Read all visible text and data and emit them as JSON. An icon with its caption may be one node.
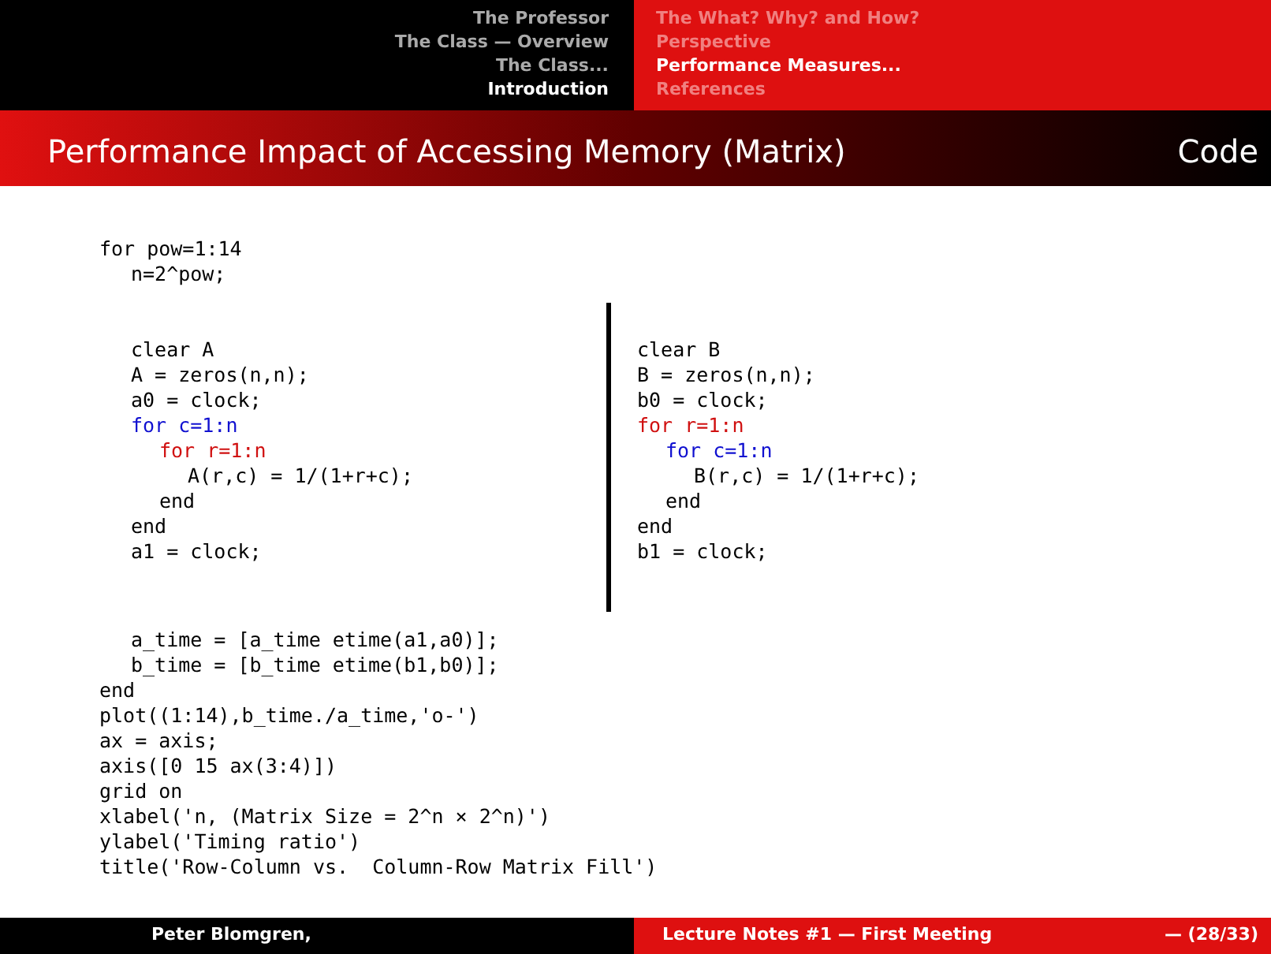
{
  "diagram": {
    "title": "Performance Impact of Accessing Memory (Matrix)",
    "labels": [
      "The Professor",
      "The Class — Overview",
      "The Class...",
      "Introduction",
      "The What? Why? and How?",
      "Perspective",
      "Performance Measures...",
      "References",
      "Code",
      "for pow=1:14",
      "n=2^pow;",
      "clear A",
      "A = zeros(n,n);",
      "a0 = clock;",
      "for c=1:n",
      "for r=1:n",
      "A(r,c) = 1/(1+r+c);",
      "end",
      "end",
      "a1 = clock;",
      "clear B",
      "B = zeros(n,n);",
      "b0 = clock;",
      "for r=1:n",
      "for c=1:n",
      "B(r,c) = 1/(1+r+c);",
      "end",
      "end",
      "b1 = clock;",
      "a_time = [a_time etime(a1,a0)];",
      "b_time = [b_time etime(b1,b0)];",
      "end",
      "plot((1:14),b_time./a_time,'o-')",
      "ax = axis;",
      "axis([0 15 ax(3:4)])",
      "grid on",
      "xlabel('n, (Matrix Size = 2^n × 2^n)')",
      "ylabel('Timing ratio')",
      "title('Row-Column vs.  Column-Row Matrix Fill')",
      "Peter Blomgren,",
      "Lecture Notes #1 — First Meeting",
      "— (28/33)"
    ]
  }
}
